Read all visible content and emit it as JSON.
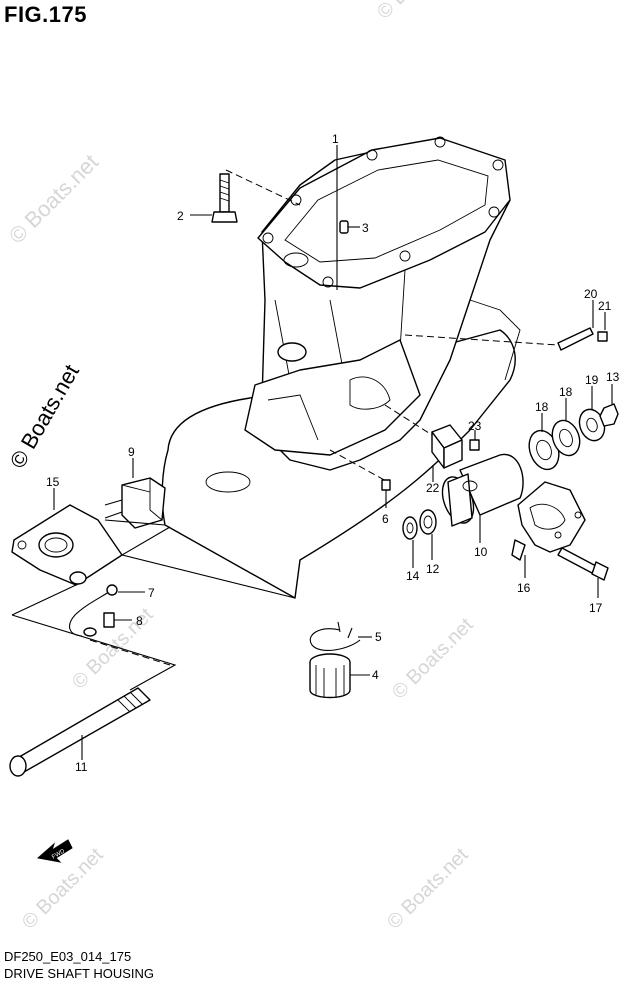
{
  "figure": {
    "title": "FIG.175"
  },
  "footer": {
    "code": "DF250_E03_014_175",
    "caption": "DRIVE SHAFT HOUSING"
  },
  "watermark": {
    "text": "© Boats.net"
  },
  "fwd_arrow": {
    "label": "FWD"
  },
  "callouts": [
    "1",
    "2",
    "3",
    "4",
    "5",
    "6",
    "7",
    "8",
    "9",
    "10",
    "11",
    "12",
    "13",
    "14",
    "15",
    "16",
    "17",
    "18",
    "18",
    "19",
    "20",
    "21",
    "22",
    "23"
  ]
}
